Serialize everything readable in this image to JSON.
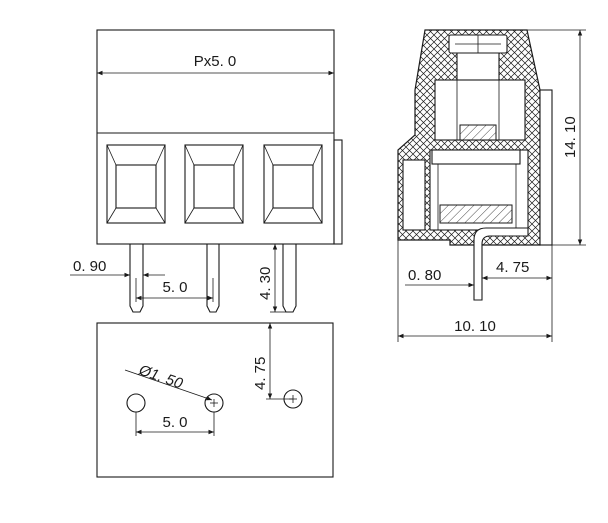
{
  "drawing": {
    "front_view": {
      "pitch_label": "Px5. 0",
      "pin_width_label": "0. 90",
      "pin_pitch_label": "5. 0",
      "pin_length_label": "4. 30"
    },
    "side_view": {
      "height_label": "14. 10",
      "pin_offset_label": "0. 80",
      "pin_to_edge_label": "4. 75",
      "depth_label": "10. 10"
    },
    "pcb_layout": {
      "hole_diameter_label": "Ø1. 50",
      "hole_pitch_label": "5. 0",
      "row_offset_label": "4. 75"
    }
  }
}
